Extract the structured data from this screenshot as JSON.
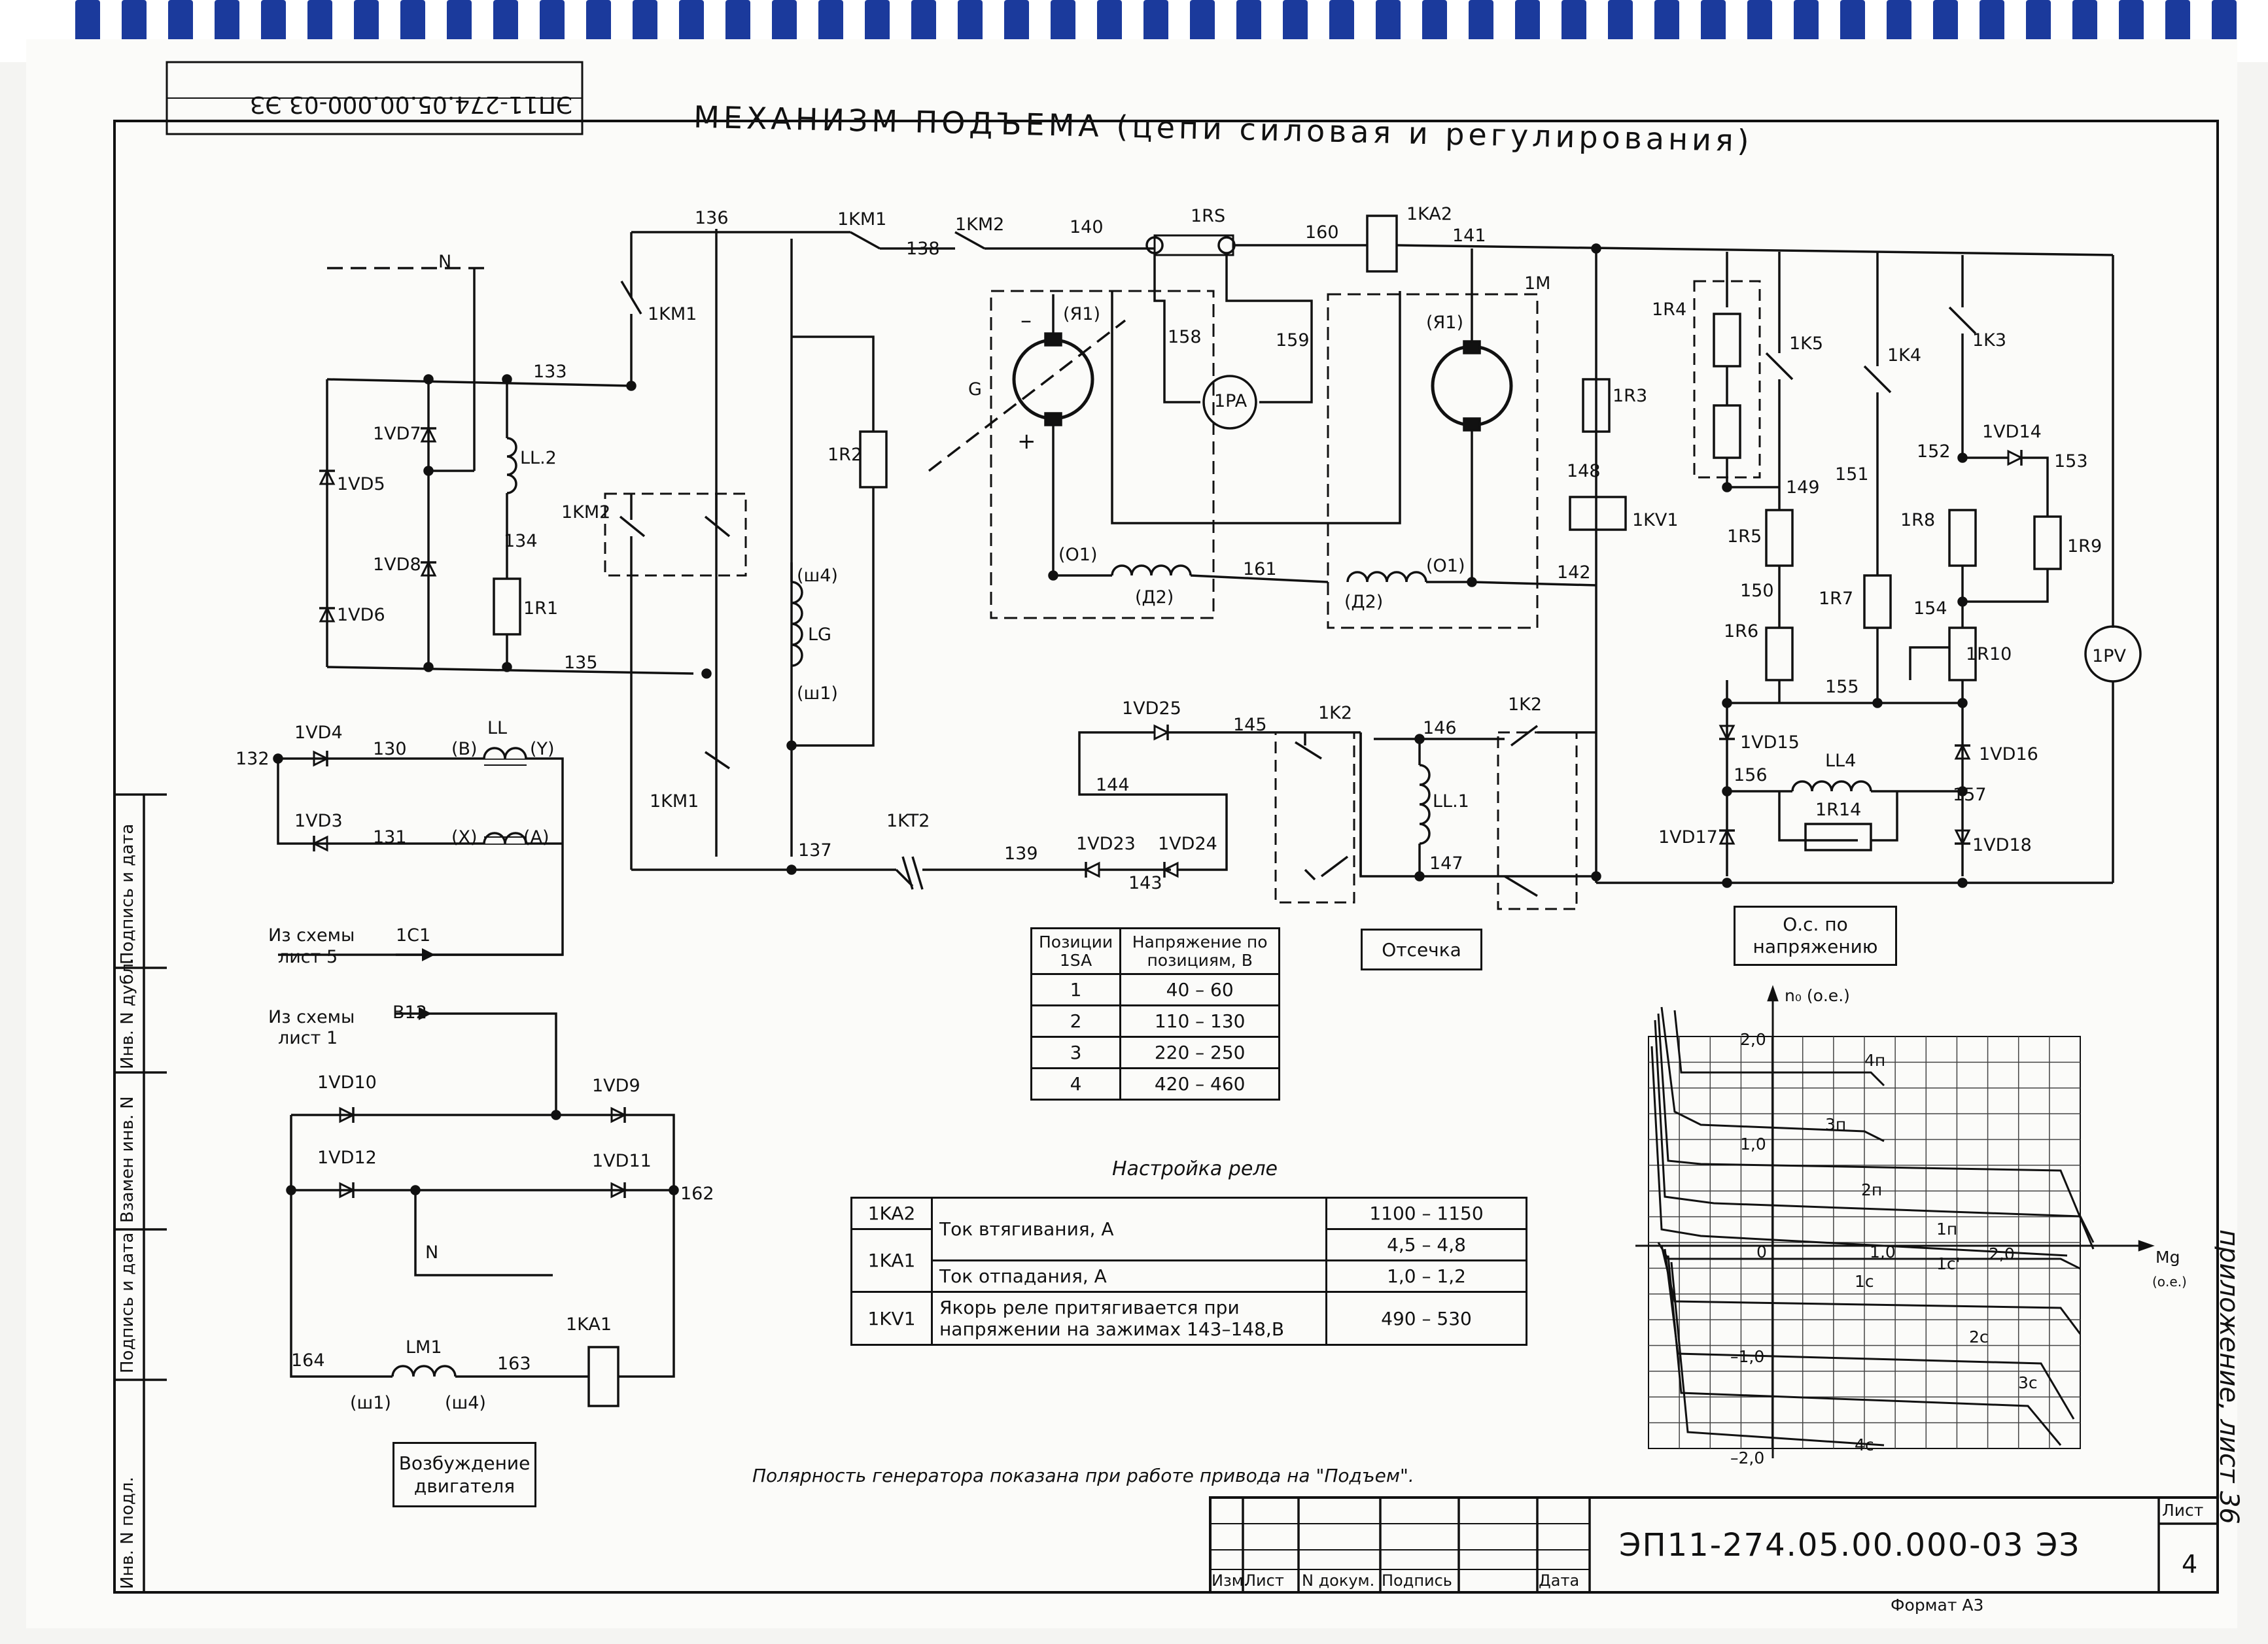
{
  "sheet": {
    "stamp_top": "ЭП11-274.05.00.000-03 ЭЗ",
    "title": "МЕХАНИЗМ ПОДЪЕМА (цепи силовая и регулирования)",
    "doc_code": "ЭП11-274.05.00.000-03 ЭЗ",
    "sheet_label": "Лист",
    "sheet_number": "4",
    "format": "Формат А3",
    "handwritten_margin": "приложение, лист 36",
    "title_block_cols": [
      "Изм.",
      "Лист",
      "N докум.",
      "Подпись",
      "Дата"
    ],
    "left_margin_labels": [
      "Инв. N подл.",
      "Подпись и дата",
      "Взамен инв. N",
      "Инв. N дубл.",
      "Подпись и дата"
    ]
  },
  "labels": {
    "N_top": "N",
    "n136": "136",
    "KM1a": "1KM1",
    "n138": "138",
    "KM2a": "1KM2",
    "n140": "140",
    "RS": "1RS",
    "n160": "160",
    "KA2": "1KA2",
    "n141": "141",
    "M1": "1M",
    "KM1b": "1KM1",
    "n133": "133",
    "VD7": "1VD7",
    "VD5": "1VD5",
    "LL2": "LL.2",
    "KM2b": "1KM2",
    "VD8": "1VD8",
    "n134": "134",
    "R1": "1R1",
    "VD6": "1VD6",
    "n135": "135",
    "VD4": "1VD4",
    "n130": "130",
    "B": "(B)",
    "LL": "LL",
    "Y": "(Y)",
    "n132": "132",
    "VD3": "1VD3",
    "n131": "131",
    "X": "(X)",
    "A": "(A)",
    "KM1c": "1KM1",
    "from5": "Из схемы",
    "sheet5": "лист 5",
    "C1": "1C1",
    "from1": "Из схемы",
    "sheet1": "лист 1",
    "B12": "B12",
    "R2": "1R2",
    "w4": "(ш4)",
    "LG": "LG",
    "w1": "(ш1)",
    "n137": "137",
    "KT2": "1KT2",
    "n139": "139",
    "G": "G",
    "Ya1a": "(Я1)",
    "minus": "–",
    "plus": "+",
    "n158": "158",
    "n159": "159",
    "PA": "1PA",
    "Ya1b": "(Я1)",
    "O1a": "(О1)",
    "D2a": "(Д2)",
    "n161": "161",
    "D2b": "(Д2)",
    "O1b": "(О1)",
    "n142": "142",
    "VD25": "1VD25",
    "n145": "145",
    "K2a": "1K2",
    "n146": "146",
    "K2b": "1K2",
    "n144": "144",
    "LL1": "LL.1",
    "VD23": "1VD23",
    "VD24": "1VD24",
    "n143": "143",
    "n147": "147",
    "R3": "1R3",
    "n148": "148",
    "KV1": "1KV1",
    "R4": "1R4",
    "K5": "1K5",
    "K4": "1K4",
    "K3": "1K3",
    "n149": "149",
    "R5": "1R5",
    "n151": "151",
    "n152": "152",
    "VD14": "1VD14",
    "n153": "153",
    "R8": "1R8",
    "R9": "1R9",
    "n150": "150",
    "R7": "1R7",
    "n154": "154",
    "R6": "1R6",
    "R10": "1R10",
    "PV": "1PV",
    "n155": "155",
    "VD15": "1VD15",
    "VD16": "1VD16",
    "n156": "156",
    "LL4": "LL4",
    "n157": "157",
    "R14": "1R14",
    "VD17": "1VD17",
    "VD18": "1VD18",
    "VD10": "1VD10",
    "VD9": "1VD9",
    "VD12": "1VD12",
    "VD11": "1VD11",
    "n162": "162",
    "N_bot": "N",
    "n164": "164",
    "LM1": "LM1",
    "n163": "163",
    "KA1": "1KA1",
    "w1b": "(ш1)",
    "w4b": "(ш4)",
    "cutoff": "Отсечка",
    "os_voltage": "О.с. по напряжению",
    "excitation": "Возбуждение двигателя",
    "polarity_note": "Полярность генератора показана при работе привода на \"Подъем\".",
    "relay_title": "Настройка реле"
  },
  "sa_table": {
    "headers": [
      "Позиции 1SA",
      "Напряжение по позициям, В"
    ],
    "rows": [
      [
        "1",
        "40 – 60"
      ],
      [
        "2",
        "110 – 130"
      ],
      [
        "3",
        "220 – 250"
      ],
      [
        "4",
        "420 – 460"
      ]
    ]
  },
  "relay_table": {
    "ka2": "1KA2",
    "ka1": "1KA1",
    "kv1": "1KV1",
    "pull_in": "Ток втягивания, А",
    "drop_out": "Ток отпадания, А",
    "kv1_text_1": "Якорь реле притягивается при",
    "kv1_text_2": "напряжении на зажимах 143–148,В",
    "v_ka2_in": "1100 – 1150",
    "v_ka1_in": "4,5 – 4,8",
    "v_ka1_out": "1,0 – 1,2",
    "v_kv1": "490 – 530"
  },
  "char_chart": {
    "y_axis": "n₀ (о.е.)",
    "x_axis": "Mg",
    "x_unit": "(о.е.)",
    "y_ticks": [
      "2,0",
      "1,0",
      "0",
      "–1,0",
      "–2,0"
    ],
    "x_ticks": [
      "1,0",
      "2,0"
    ],
    "curves": [
      "4п",
      "3п",
      "2п",
      "1п",
      "1с'",
      "1с",
      "2с",
      "3с",
      "4с"
    ]
  }
}
